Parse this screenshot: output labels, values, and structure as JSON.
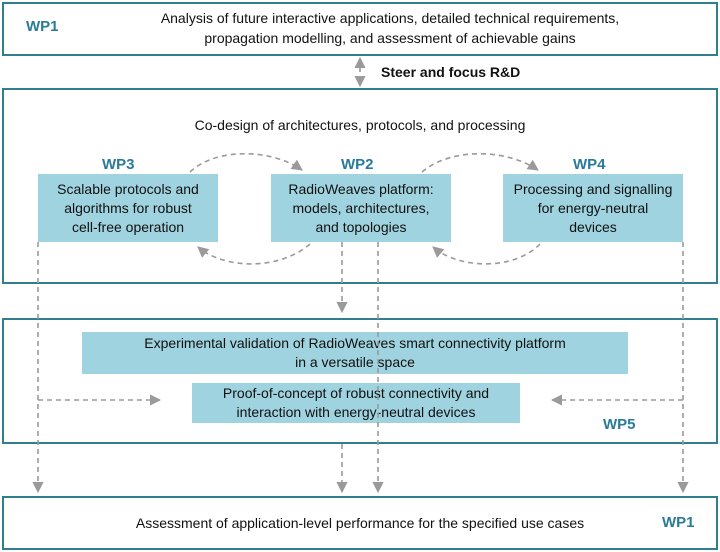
{
  "top": {
    "wp": "WP1",
    "line1": "Analysis of future interactive applications, detailed technical requirements,",
    "line2": "propagation modelling, and assessment of achievable gains"
  },
  "steer_label": "Steer and focus R&D",
  "codesign": {
    "title": "Co-design of architectures, protocols, and processing",
    "wp3": {
      "wp": "WP3",
      "lines": [
        "Scalable protocols and",
        "algorithms for robust",
        "cell-free operation"
      ]
    },
    "wp2": {
      "wp": "WP2",
      "lines": [
        "RadioWeaves platform:",
        "models, architectures,",
        "and topologies"
      ]
    },
    "wp4": {
      "wp": "WP4",
      "lines": [
        "Processing and signalling",
        "for energy-neutral",
        "devices"
      ]
    }
  },
  "validation": {
    "wp": "WP5",
    "box1": {
      "lines": [
        "Experimental validation of RadioWeaves smart connectivity platform",
        "in a versatile space"
      ]
    },
    "box2": {
      "lines": [
        "Proof-of-concept of robust connectivity and",
        "interaction with energy-neutral devices"
      ]
    }
  },
  "bottom": {
    "wp": "WP1",
    "text": "Assessment of application-level performance for the specified use cases"
  },
  "colors": {
    "frame_border": "#2f7f8f",
    "box_fill": "#9fd3df",
    "wp_label": "#2a7a9a",
    "arrow": "#9a9a9a"
  }
}
